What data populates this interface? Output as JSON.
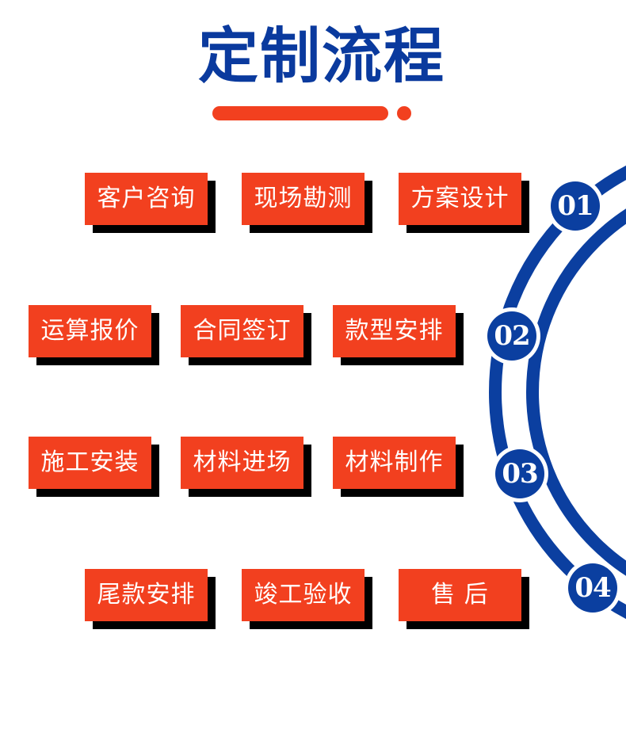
{
  "title": "定制流程",
  "colors": {
    "title_blue": "#0a3a9e",
    "accent_red": "#f2401f",
    "shadow": "#000000",
    "ring_blue": "#0b3fa0"
  },
  "steps": [
    {
      "label": "客户咨询"
    },
    {
      "label": "现场勘测"
    },
    {
      "label": "方案设计"
    },
    {
      "label": "运算报价"
    },
    {
      "label": "合同签订"
    },
    {
      "label": "款型安排"
    },
    {
      "label": "施工安装"
    },
    {
      "label": "材料进场"
    },
    {
      "label": "材料制作"
    },
    {
      "label": "尾款安排"
    },
    {
      "label": "竣工验收"
    },
    {
      "label": "售 后"
    }
  ],
  "badges": [
    {
      "number": "01"
    },
    {
      "number": "02"
    },
    {
      "number": "03"
    },
    {
      "number": "04"
    }
  ]
}
